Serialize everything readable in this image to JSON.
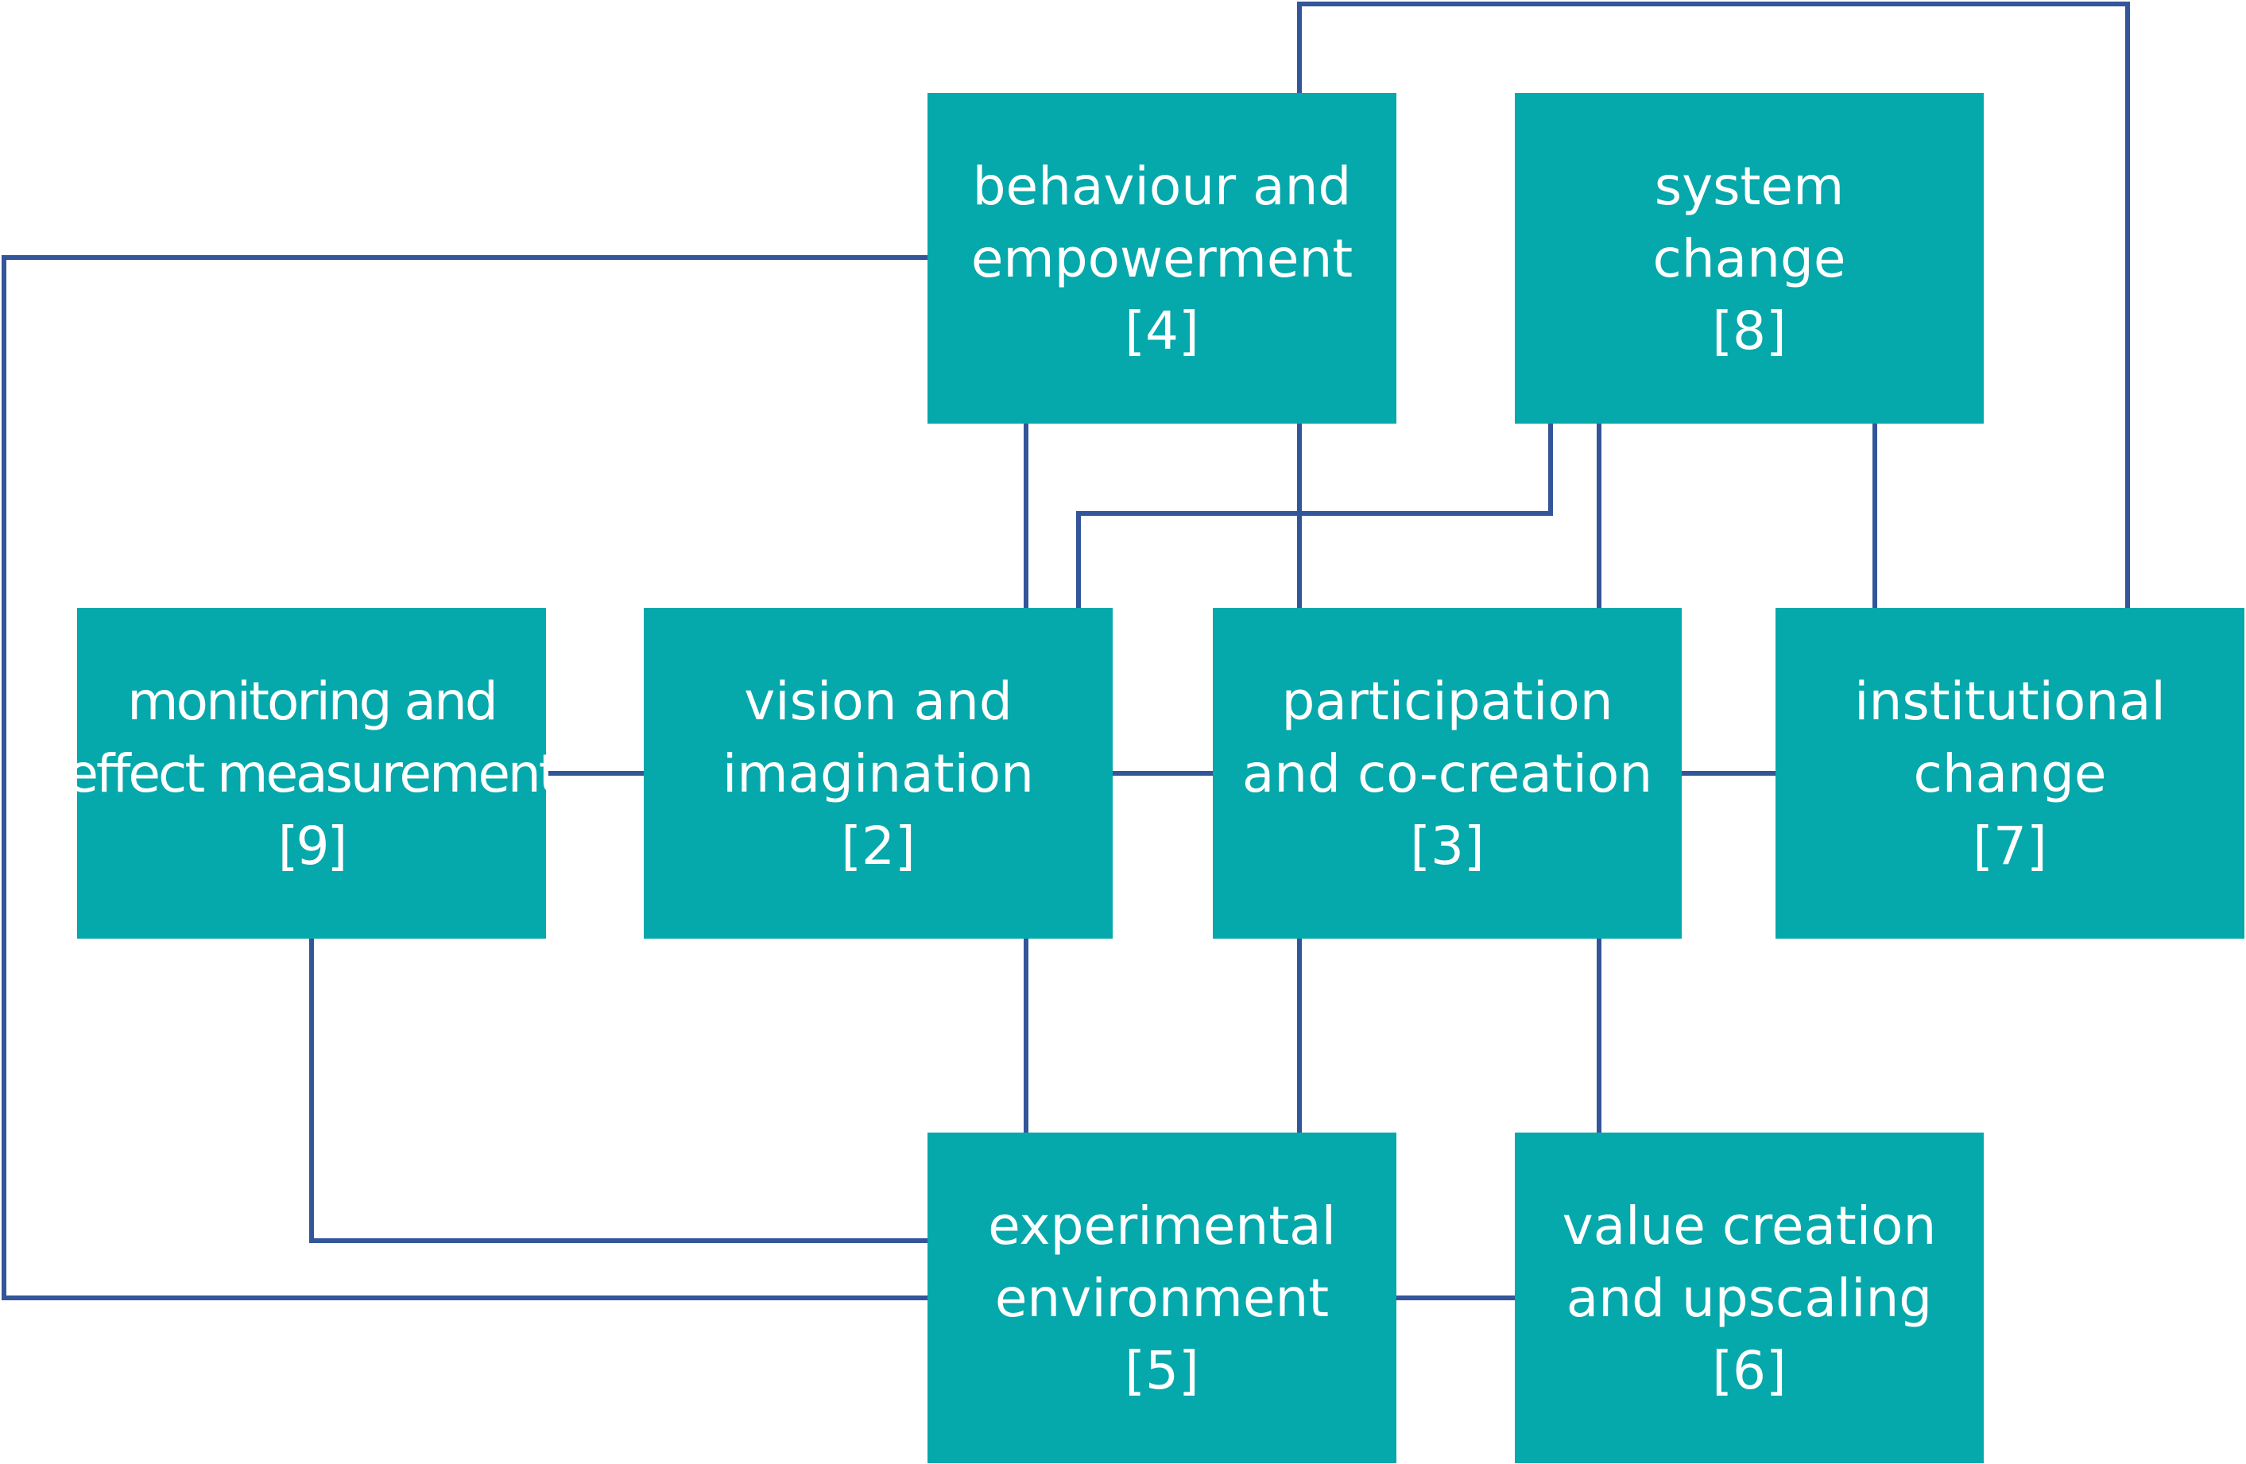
{
  "colors": {
    "box_fill": "#05a8ab",
    "box_text": "#ffffff",
    "connector": "#33559a",
    "background": "#ffffff"
  },
  "nodes": {
    "n4": {
      "line1": "behaviour and",
      "line2": "empowerment",
      "ref": "[4]"
    },
    "n8": {
      "line1": "system",
      "line2": "change",
      "ref": "[8]"
    },
    "n9": {
      "line1": "monitoring and",
      "line2": "effect measurement",
      "ref": "[9]"
    },
    "n2": {
      "line1": "vision and",
      "line2": "imagination",
      "ref": "[2]"
    },
    "n3": {
      "line1": "participation",
      "line2": "and co-creation",
      "ref": "[3]"
    },
    "n7": {
      "line1": "institutional",
      "line2": "change",
      "ref": "[7]"
    },
    "n5": {
      "line1": "experimental",
      "line2": "environment",
      "ref": "[5]"
    },
    "n6": {
      "line1": "value creation",
      "line2": "and upscaling",
      "ref": "[6]"
    }
  },
  "edges": [
    {
      "from": "[4]",
      "to": "[7]"
    },
    {
      "from": "[4]",
      "to": "[5]"
    },
    {
      "from": "[4]",
      "to": "[2]"
    },
    {
      "from": "[4]",
      "to": "[3]"
    },
    {
      "from": "[8]",
      "to": "[2]"
    },
    {
      "from": "[8]",
      "to": "[3]"
    },
    {
      "from": "[8]",
      "to": "[7]"
    },
    {
      "from": "[9]",
      "to": "[2]"
    },
    {
      "from": "[2]",
      "to": "[3]"
    },
    {
      "from": "[3]",
      "to": "[7]"
    },
    {
      "from": "[9]",
      "to": "[5]"
    },
    {
      "from": "[2]",
      "to": "[5]"
    },
    {
      "from": "[3]",
      "to": "[5]"
    },
    {
      "from": "[3]",
      "to": "[6]"
    },
    {
      "from": "[5]",
      "to": "[6]"
    }
  ]
}
